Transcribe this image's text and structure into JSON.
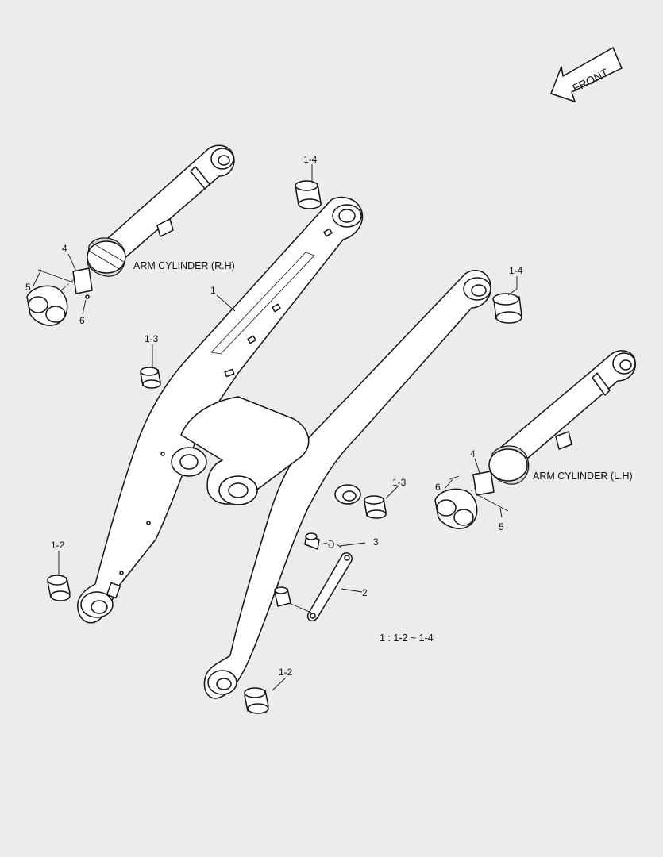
{
  "direction_label": "FRONT",
  "captions": {
    "arm_cylinder_rh": "ARM CYLINDER (R.H)",
    "arm_cylinder_lh": "ARM CYLINDER (L.H)",
    "kit_note": "1 : 1-2 ~ 1-4"
  },
  "callouts": {
    "arm": "1",
    "bushing_top_left": "1-4",
    "bushing_top_right": "1-4",
    "bushing_mid_left": "1-3",
    "bushing_mid_right": "1-3",
    "bushing_bottom_left": "1-2",
    "bushing_bottom_right": "1-2",
    "link": "2",
    "pin": "3",
    "rh_cylinder_pin": "4",
    "rh_cylinder_bolt": "5",
    "rh_cylinder_nut": "6",
    "lh_cylinder_pin": "4",
    "lh_cylinder_bolt": "5",
    "lh_cylinder_nut": "6"
  }
}
